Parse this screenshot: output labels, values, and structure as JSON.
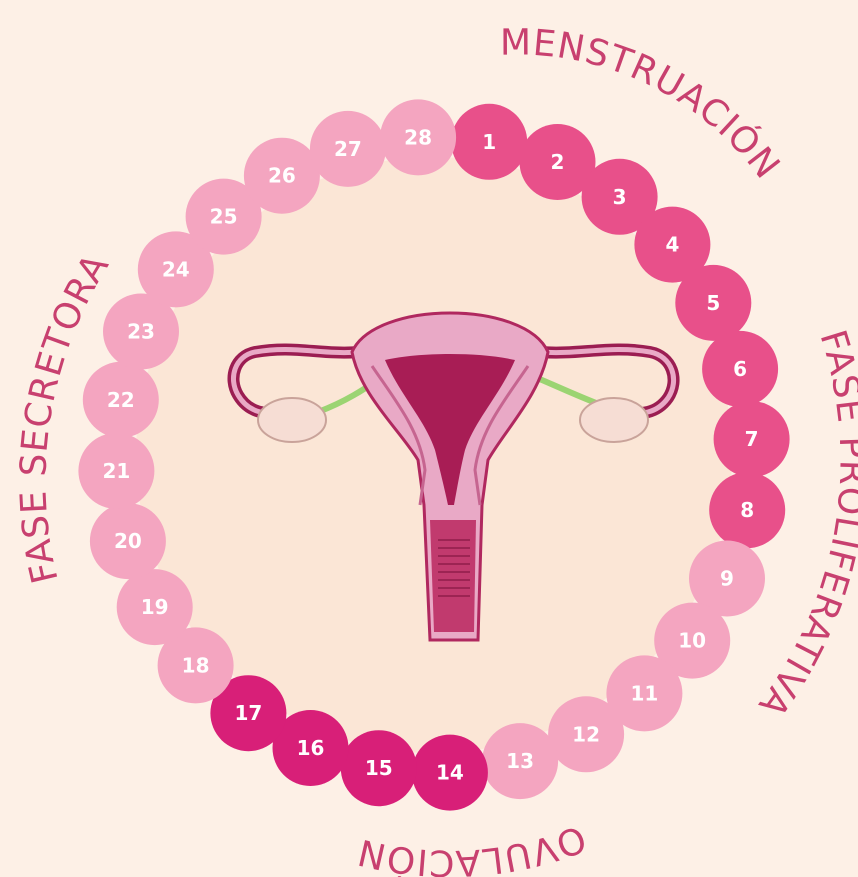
{
  "phases": {
    "menstruation": "MENSTRUACIÓN",
    "proliferative": "FASE PROLIFERATIVA",
    "ovulation": "OVULACIÓN",
    "secretory": "FASE SECRETORA"
  },
  "days": [
    {
      "n": "1",
      "tone": "menstrual"
    },
    {
      "n": "2",
      "tone": "menstrual"
    },
    {
      "n": "3",
      "tone": "menstrual"
    },
    {
      "n": "4",
      "tone": "menstrual"
    },
    {
      "n": "5",
      "tone": "menstrual"
    },
    {
      "n": "6",
      "tone": "menstrual"
    },
    {
      "n": "7",
      "tone": "menstrual"
    },
    {
      "n": "8",
      "tone": "menstrual"
    },
    {
      "n": "9",
      "tone": "light"
    },
    {
      "n": "10",
      "tone": "light"
    },
    {
      "n": "11",
      "tone": "light"
    },
    {
      "n": "12",
      "tone": "light"
    },
    {
      "n": "13",
      "tone": "light"
    },
    {
      "n": "14",
      "tone": "ovulation"
    },
    {
      "n": "15",
      "tone": "ovulation"
    },
    {
      "n": "16",
      "tone": "ovulation"
    },
    {
      "n": "17",
      "tone": "ovulation"
    },
    {
      "n": "18",
      "tone": "light"
    },
    {
      "n": "19",
      "tone": "light"
    },
    {
      "n": "20",
      "tone": "light"
    },
    {
      "n": "21",
      "tone": "light"
    },
    {
      "n": "22",
      "tone": "light"
    },
    {
      "n": "23",
      "tone": "light"
    },
    {
      "n": "24",
      "tone": "light"
    },
    {
      "n": "25",
      "tone": "light"
    },
    {
      "n": "26",
      "tone": "light"
    },
    {
      "n": "27",
      "tone": "light"
    },
    {
      "n": "28",
      "tone": "light"
    }
  ],
  "colors": {
    "background": "#fdf0e6",
    "inner_disc": "#fbe6d6",
    "label": "#c8406f",
    "menstrual": "#e8508a",
    "light": "#f4a5c0",
    "ovulation": "#d81f78",
    "uterus_outer": "#e9a9c6",
    "uterus_dark": "#a81d55",
    "fallopian": "#9b1d52",
    "ovary": "#f6ddd4",
    "ligament": "#9bd472"
  }
}
